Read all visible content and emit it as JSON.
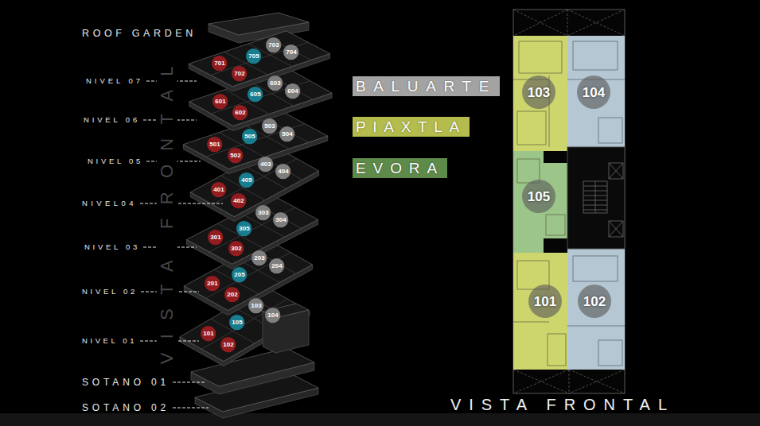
{
  "diagram": {
    "caption": "VISTA FRONTAL",
    "nodes": [
      {
        "text": [
          "701"
        ]
      },
      {
        "text": [
          "702"
        ]
      },
      {
        "text": [
          "703"
        ]
      },
      {
        "text": [
          "704"
        ]
      },
      {
        "text": [
          "705"
        ]
      },
      {
        "text": [
          "601"
        ]
      },
      {
        "text": [
          "602"
        ]
      },
      {
        "text": [
          "603"
        ]
      },
      {
        "text": [
          "604"
        ]
      },
      {
        "text": [
          "605"
        ]
      },
      {
        "text": [
          "501"
        ]
      },
      {
        "text": [
          "502"
        ]
      },
      {
        "text": [
          "503"
        ]
      },
      {
        "text": [
          "504"
        ]
      },
      {
        "text": [
          "505"
        ]
      },
      {
        "text": [
          "401"
        ]
      },
      {
        "text": [
          "402"
        ]
      },
      {
        "text": [
          "403"
        ]
      },
      {
        "text": [
          "404"
        ]
      },
      {
        "text": [
          "405"
        ]
      },
      {
        "text": [
          "301"
        ]
      },
      {
        "text": [
          "302"
        ]
      },
      {
        "text": [
          "303"
        ]
      },
      {
        "text": [
          "304"
        ]
      },
      {
        "text": [
          "305"
        ]
      },
      {
        "text": [
          "201"
        ]
      },
      {
        "text": [
          "202"
        ]
      },
      {
        "text": [
          "203"
        ]
      },
      {
        "text": [
          "204"
        ]
      },
      {
        "text": [
          "205"
        ]
      },
      {
        "text": [
          "101"
        ]
      },
      {
        "text": [
          "102"
        ]
      },
      {
        "text": [
          "103"
        ]
      },
      {
        "text": [
          "104"
        ]
      },
      {
        "text": [
          "105"
        ]
      },
      {
        "text": [
          "103"
        ]
      },
      {
        "text": [
          "104"
        ]
      },
      {
        "text": [
          "105"
        ]
      },
      {
        "text": [
          "101"
        ]
      },
      {
        "text": [
          "102"
        ]
      }
    ],
    "labels": [
      "ROOF GARDEN",
      "NIVEL 07",
      "NIVEL 06",
      "NIVEL 05",
      "NIVEL04",
      "NIVEL 03",
      "NIVEL 02",
      "NIVEL 01",
      "SOTANO 01",
      "SOTANO 02",
      "VISTA FRONTAL"
    ],
    "legend": [
      {
        "text": "BALUARTE",
        "color": "#a3a3a3"
      },
      {
        "text": "PIAXTLA",
        "color": "#b3bc4c"
      },
      {
        "text": "EVORA",
        "color": "#5e8a4a"
      }
    ]
  }
}
